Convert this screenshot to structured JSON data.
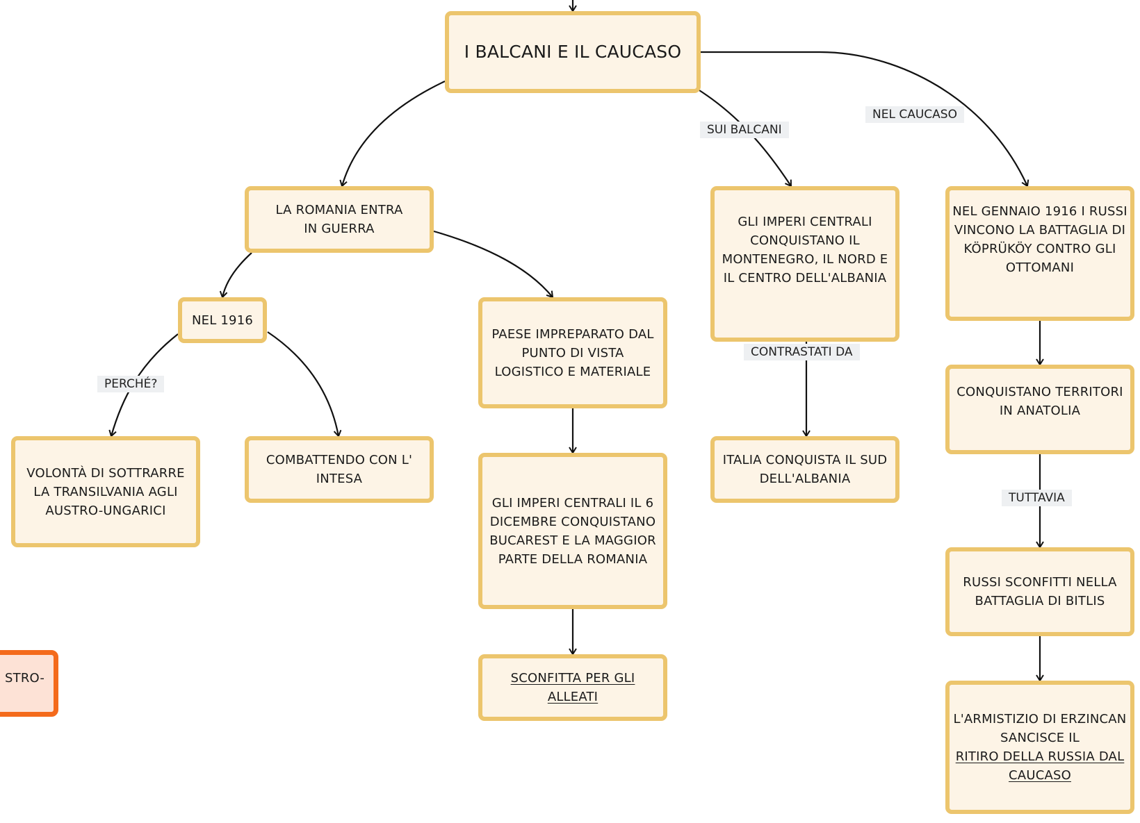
{
  "nodes": {
    "root": "I BALCANI E IL CAUCASO",
    "romania": "LA ROMANIA ENTRA IN GUERRA",
    "nel1916": "NEL 1916",
    "paese": "PAESE IMPREPARATO DAL PUNTO DI VISTA LOGISTICO E MATERIALE",
    "volonta": "VOLONTÀ DI SOTTRARRE LA TRANSILVANIA AGLI AUSTRO-UNGARICI",
    "combattendo": "COMBATTENDO CON L' INTESA",
    "bucarest": "GLI IMPERI CENTRALI IL 6 DICEMBRE CONQUISTANO BUCAREST E LA MAGGIOR PARTE DELLA ROMANIA",
    "sconfitta": "SCONFITTA PER GLI ALLEATI",
    "imperi": "GLI IMPERI CENTRALI CONQUISTANO IL MONTENEGRO, IL NORD E IL CENTRO DELL'ALBANIA",
    "italia": "ITALIA CONQUISTA IL SUD DELL'ALBANIA",
    "gennaio": "NEL GENNAIO 1916 I RUSSI VINCONO LA BATTAGLIA DI KÖPRÜKÖY CONTRO GLI OTTOMANI",
    "anatolia": "CONQUISTANO TERRITORI IN ANATOLIA",
    "bitlis": "RUSSI SCONFITTI NELLA BATTAGLIA DI BITLIS",
    "armistizio_a": "L'ARMISTIZIO DI ERZINCAN SANCISCE IL",
    "armistizio_b": "RITIRO DELLA RUSSIA DAL CAUCASO",
    "partial": "STRO-"
  },
  "edge_labels": {
    "sui_balcani": "SUI BALCANI",
    "nel_caucaso": "NEL CAUCASO",
    "perche": "PERCHÉ?",
    "contrastati": "CONTRASTATI DA",
    "tuttavia": "TUTTAVIA"
  },
  "colors": {
    "node_fill": "#fdf4e6",
    "node_border": "#ecc56d",
    "accent_fill": "#fde2d6",
    "accent_border": "#f46a1b",
    "edge": "#111111",
    "label_bg": "#eef0f2"
  }
}
